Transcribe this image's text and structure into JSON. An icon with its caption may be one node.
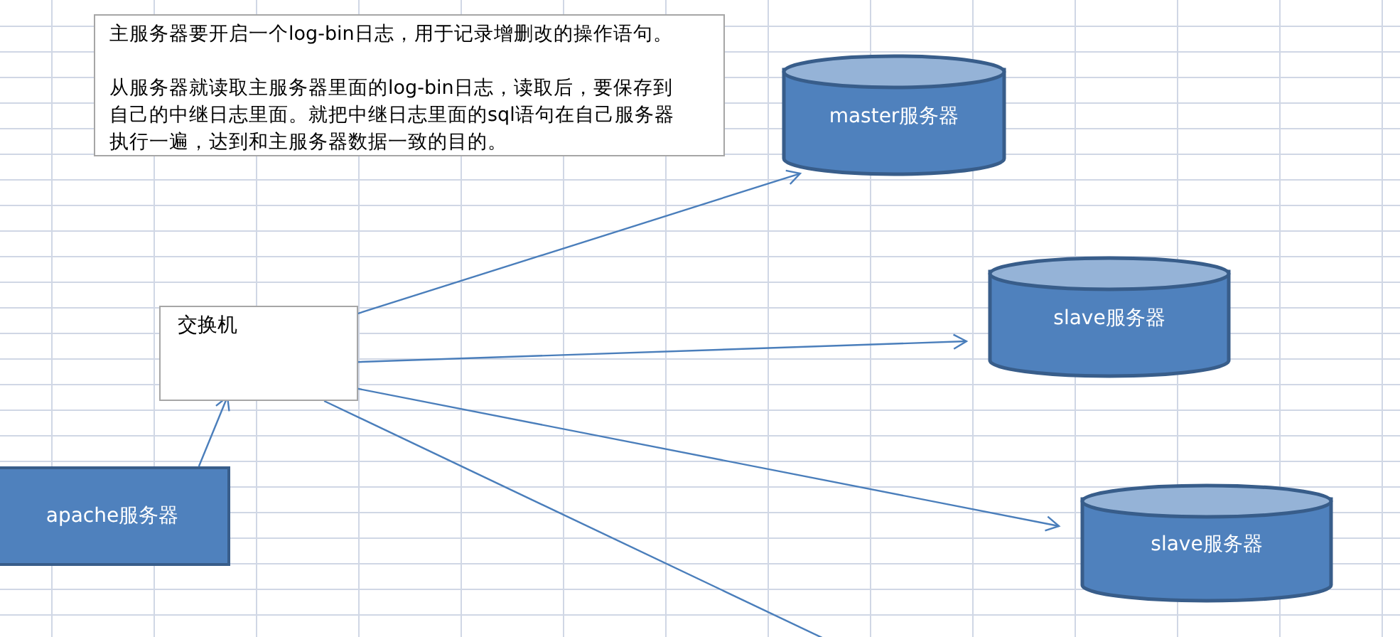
{
  "diagram": {
    "nodes": [
      {
        "text": [
          "主服务器要开启一个log-bin日志，用于记录增删改的操作语句。",
          "从服务器就读取主服务器里面的log-bin日志，读取后，要保存到自己的中继日志里面。就把中继日志里面的sql语句在自己服务器执行一遍，达到和主服务器数据一致的目的。"
        ]
      },
      {
        "text": [
          "master服务器"
        ]
      },
      {
        "text": [
          "交换机"
        ]
      },
      {
        "text": [
          "slave服务器"
        ]
      },
      {
        "text": [
          "slave服务器"
        ]
      },
      {
        "text": [
          "apache服务器"
        ]
      }
    ],
    "edges": [
      {
        "from": 5,
        "to": 2,
        "arrow": "to"
      },
      {
        "from": 2,
        "to": 1,
        "arrow": "to"
      },
      {
        "from": 2,
        "to": 3,
        "arrow": "to"
      },
      {
        "from": 2,
        "to": 4,
        "arrow": "to"
      },
      {
        "from": 2,
        "to": null,
        "arrow": "none"
      }
    ]
  }
}
